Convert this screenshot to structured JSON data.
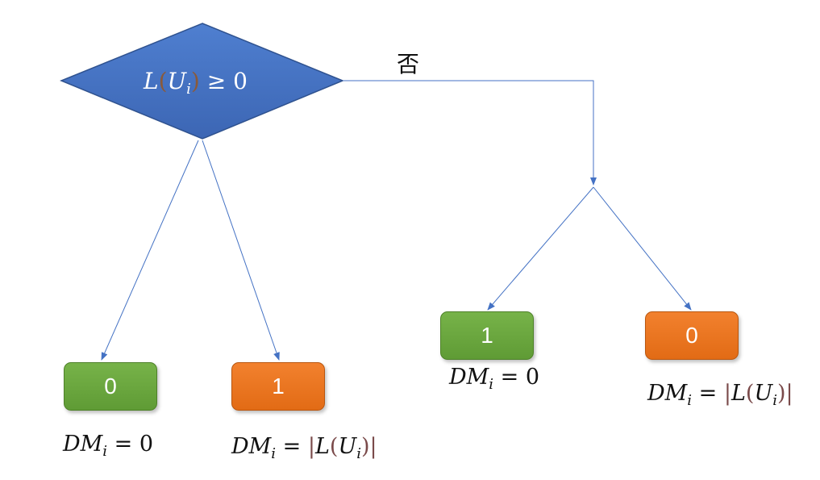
{
  "decision": {
    "var_L": "L",
    "var_U": "U",
    "sub_i": "i",
    "rel": "≥ 0"
  },
  "no_branch_label": "否",
  "boxes": {
    "left_green": "0",
    "left_orange": "1",
    "right_green": "1",
    "right_orange": "0"
  },
  "formulas": {
    "dm": "DM",
    "sub_i": "i",
    "eq_zero": "= 0",
    "eq": "=",
    "L": "L",
    "U": "U",
    "bar": "|"
  },
  "colors": {
    "diamond": "#4472c4",
    "arrow": "#4472c4",
    "green": "#70ad47",
    "orange": "#ed7d31"
  }
}
